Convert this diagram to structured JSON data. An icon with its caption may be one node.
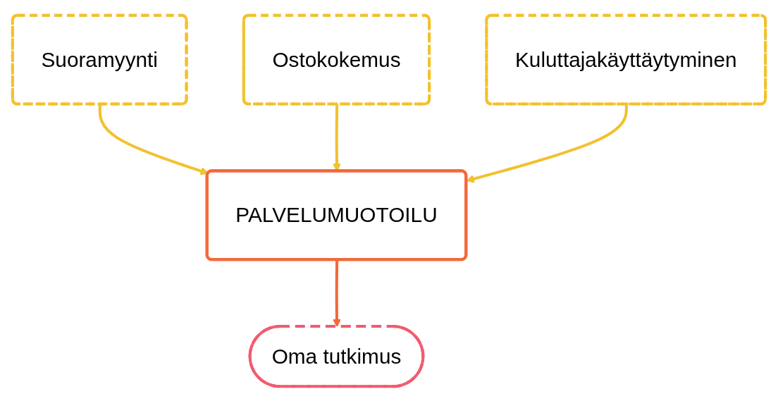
{
  "diagram": {
    "nodes": [
      {
        "text": [
          "Suoramyynti"
        ]
      },
      {
        "text": [
          "Ostokokemus"
        ]
      },
      {
        "text": [
          "Kuluttajakäyttäytyminen"
        ]
      },
      {
        "text": [
          "PALVELUMUOTOILU"
        ]
      },
      {
        "text": [
          "Oma tutkimus"
        ]
      }
    ],
    "edges": [
      {
        "from": 0,
        "to": 3,
        "arrow": "to"
      },
      {
        "from": 1,
        "to": 3,
        "arrow": "to"
      },
      {
        "from": 2,
        "to": 3,
        "arrow": "to"
      },
      {
        "from": 3,
        "to": 4,
        "arrow": "to",
        "color": "#f4683a"
      }
    ]
  }
}
